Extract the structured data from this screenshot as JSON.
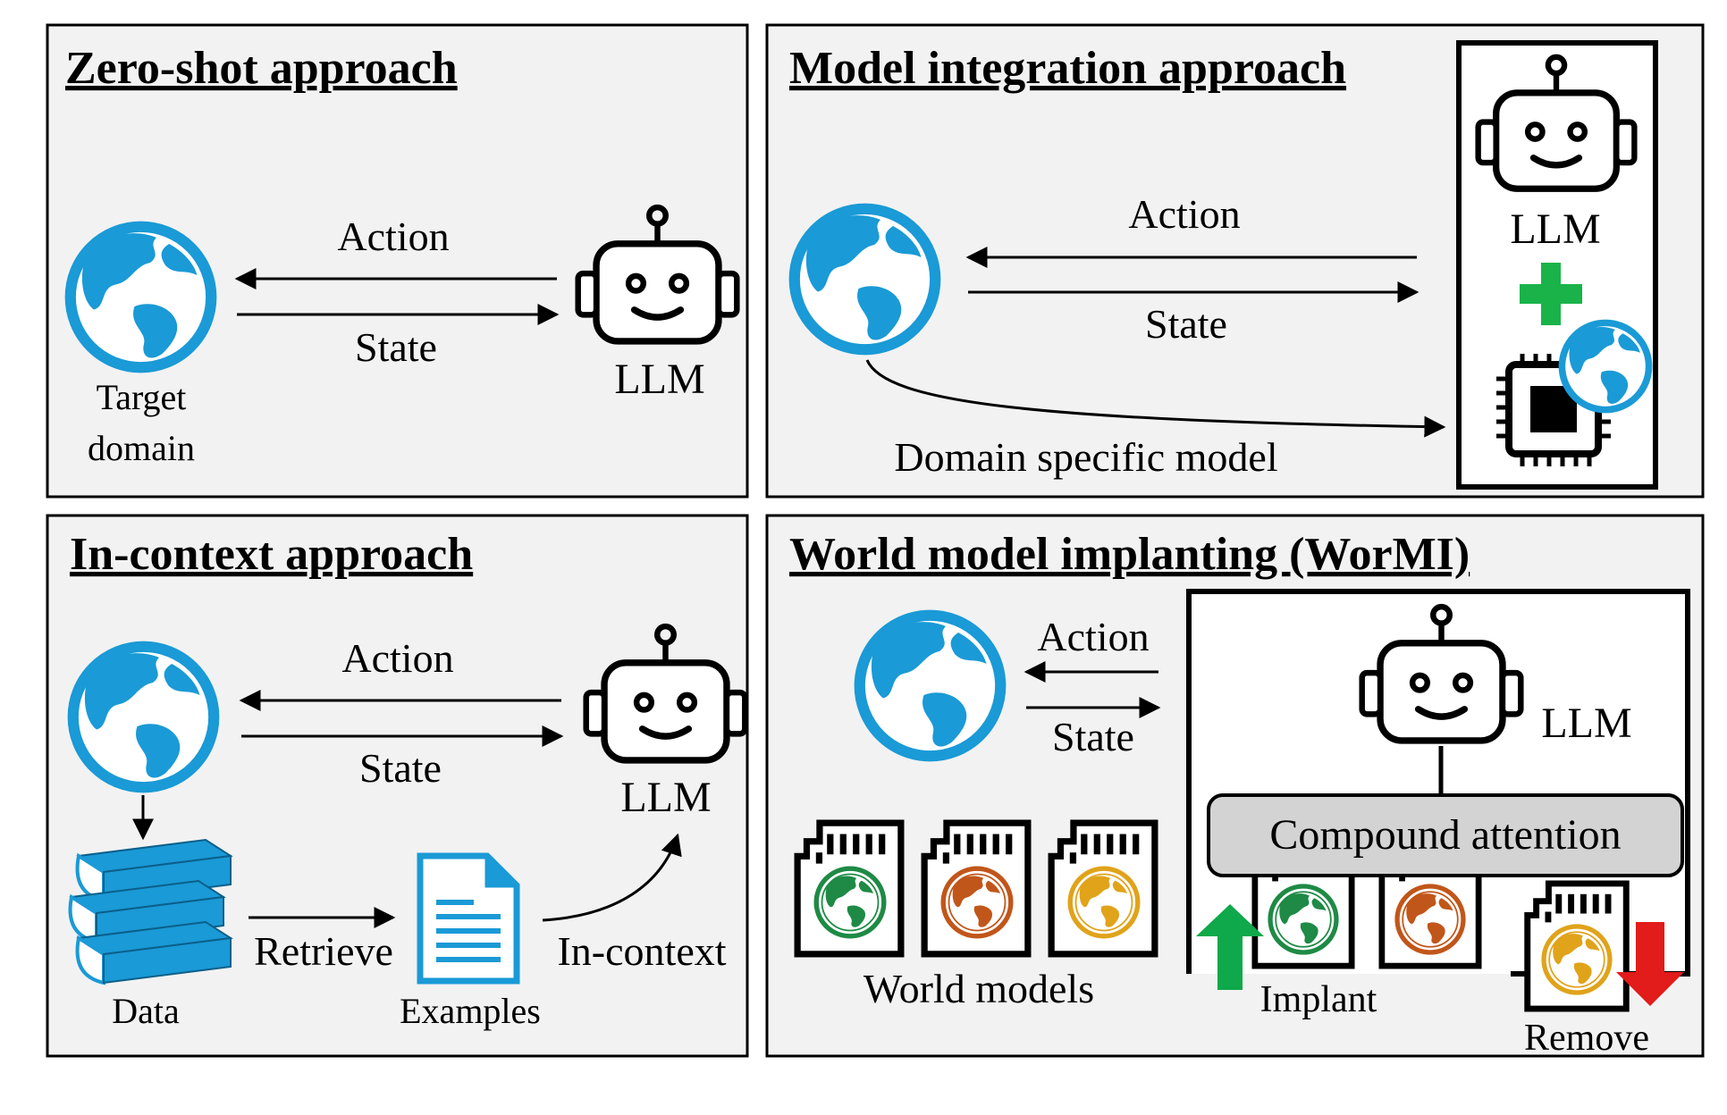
{
  "panels": {
    "zero_shot": {
      "title": "Zero-shot approach",
      "action": "Action",
      "state": "State",
      "env_line1": "Target",
      "env_line2": "domain",
      "agent": "LLM"
    },
    "model_integration": {
      "title": "Model integration approach",
      "action": "Action",
      "state": "State",
      "agent": "LLM",
      "domain_model": "Domain specific model"
    },
    "in_context": {
      "title": "In-context approach",
      "action": "Action",
      "state": "State",
      "agent": "LLM",
      "data": "Data",
      "retrieve": "Retrieve",
      "examples": "Examples",
      "in_context": "In-context"
    },
    "wormi": {
      "title": "World model implanting (WorMI)",
      "action": "Action",
      "state": "State",
      "agent": "LLM",
      "attention": "Compound attention",
      "world_models": "World models",
      "implant": "Implant",
      "remove": "Remove"
    }
  },
  "colors": {
    "panel_bg": "#f2f2f2",
    "globe_blue": "#1a9ad6",
    "globe_green": "#1e8a45",
    "globe_orange": "#c1561a",
    "globe_yellow": "#e0a31a",
    "plus_green": "#19b34a",
    "implant_arrow": "#0fa84a",
    "remove_arrow": "#e21b1b",
    "book_blue": "#1a9ad6",
    "attention_fill": "#d3d3d3"
  },
  "icons": [
    "globe-icon",
    "robot-icon",
    "chip-icon",
    "sd-card-icon",
    "books-icon",
    "document-icon"
  ]
}
